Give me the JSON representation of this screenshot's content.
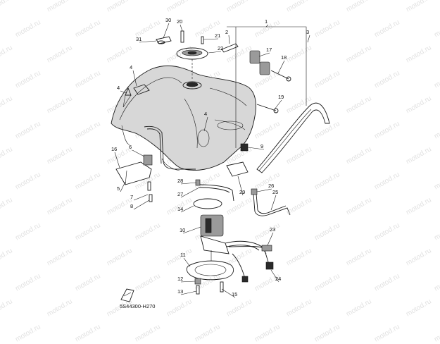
{
  "watermark": "motod.ru",
  "diagram_code": "5S44300-H270",
  "callouts": [
    "1",
    "2",
    "3",
    "4",
    "4",
    "4",
    "5",
    "6",
    "7",
    "8",
    "9",
    "10",
    "11",
    "12",
    "13",
    "14",
    "15",
    "16",
    "17",
    "18",
    "19",
    "20",
    "21",
    "22",
    "23",
    "24",
    "25",
    "26",
    "27",
    "28",
    "29",
    "30",
    "31"
  ]
}
